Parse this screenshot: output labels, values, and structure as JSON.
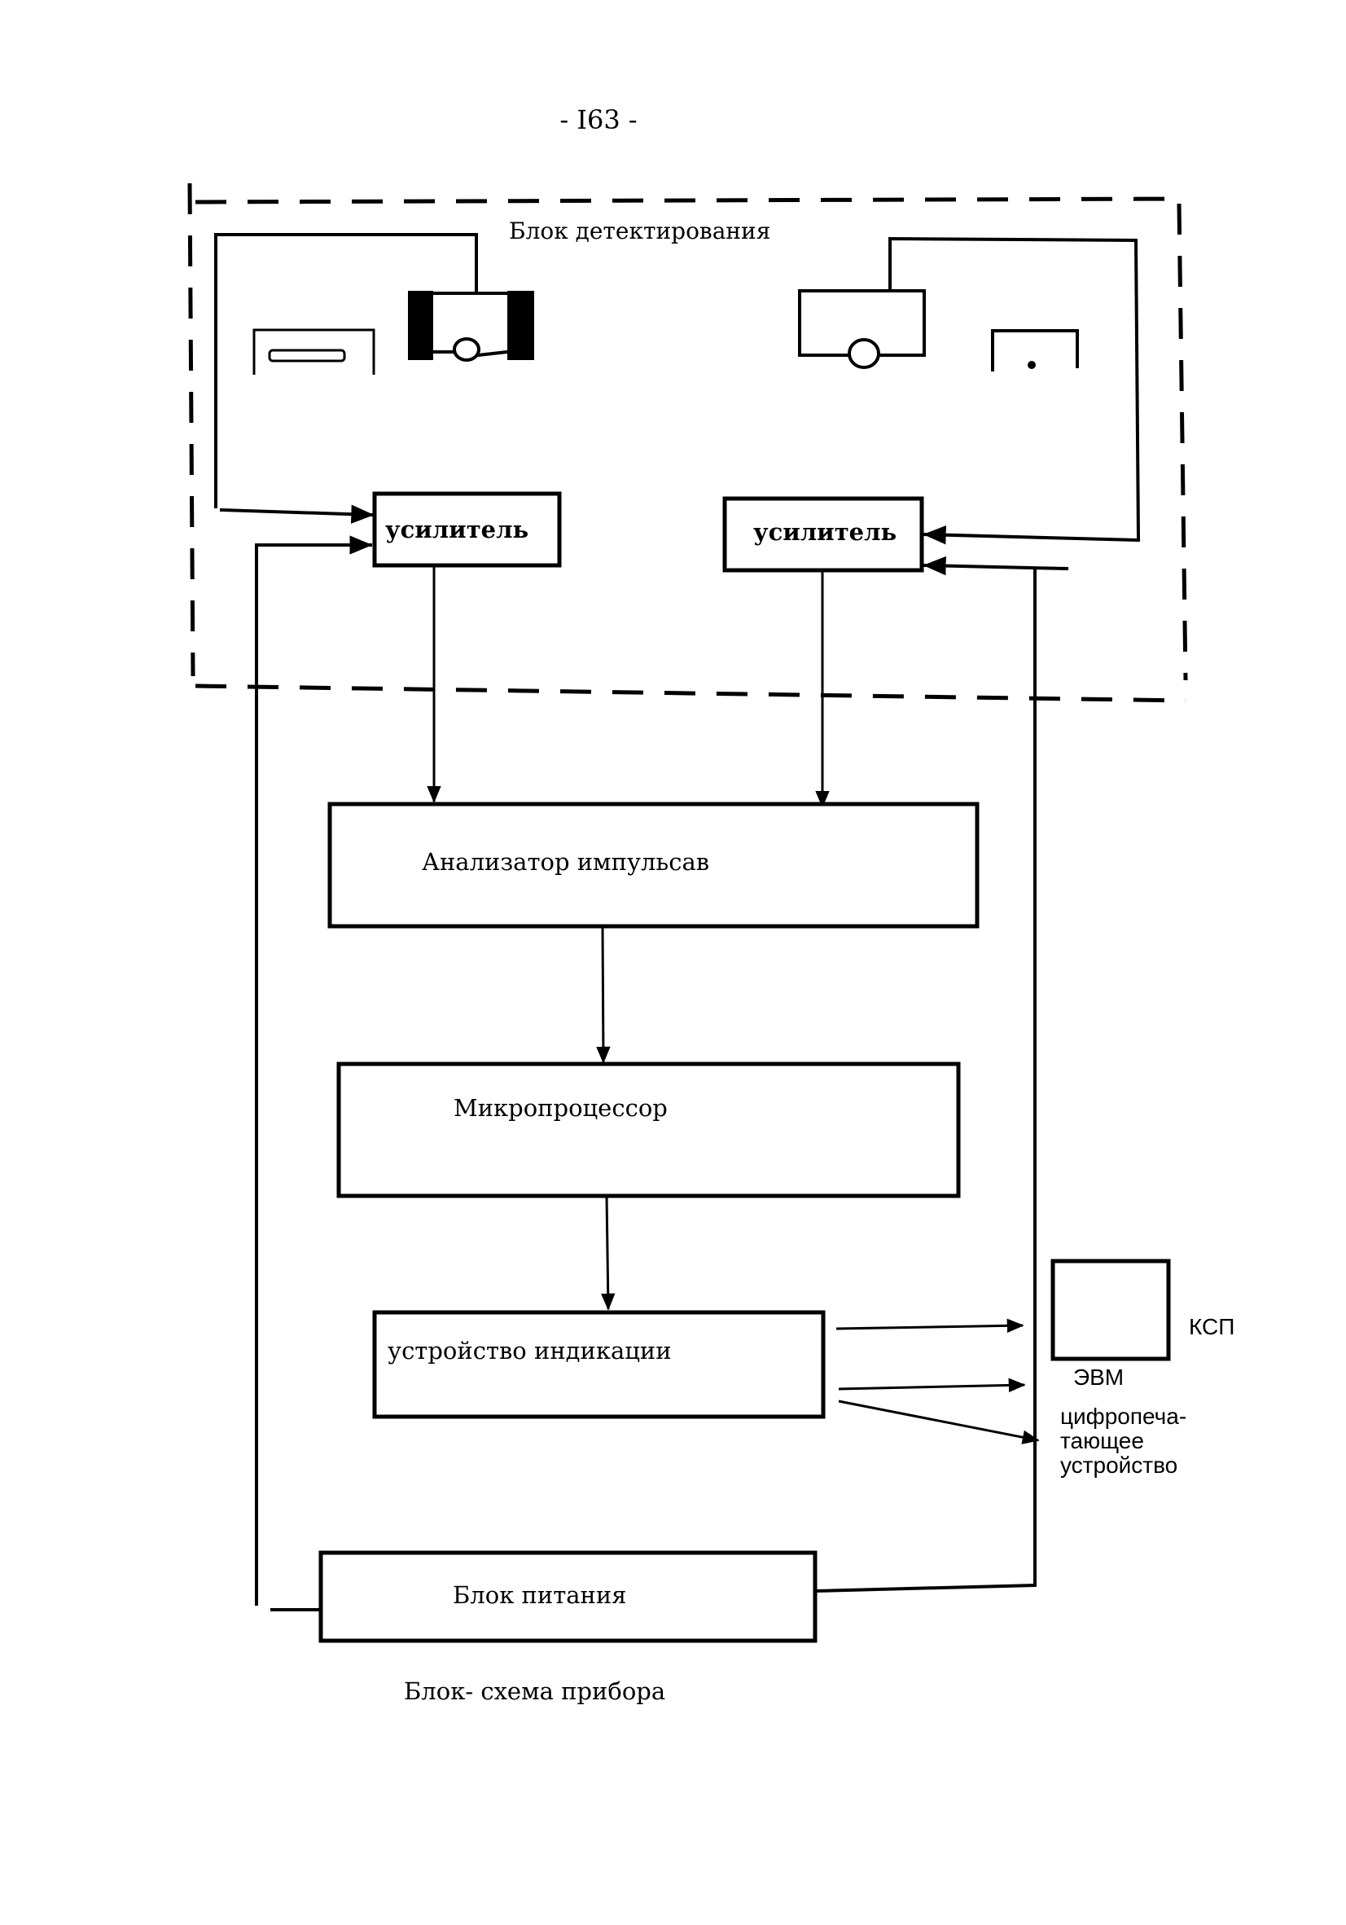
{
  "page_number": "- I63 -",
  "detection_block": {
    "title": "Блок детектирования",
    "amplifier_left": "усилитель",
    "amplifier_right": "усилитель"
  },
  "blocks": {
    "analyzer": "Анализатор импульсав",
    "microprocessor": "Микропроцессор",
    "indication": "устройство индикации",
    "power": "Блок питания"
  },
  "outputs": {
    "computer_box_label": "ЭВМ",
    "ksp_label": "КСП",
    "printer_label_lines": [
      "цифропеча-",
      "тающее",
      "устройство"
    ]
  },
  "caption": "Блок- схема прибора"
}
